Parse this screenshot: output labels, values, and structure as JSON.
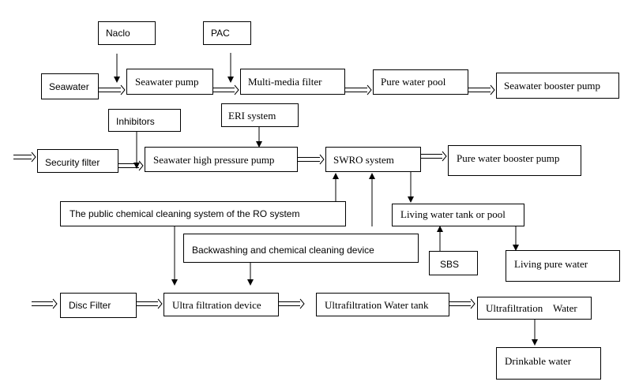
{
  "diagram": {
    "inputs": {
      "naclo": "Naclo",
      "pac": "PAC",
      "inhibitors": "Inhibitors",
      "eri": "ERI system",
      "sbs": "SBS"
    },
    "pretreatment": {
      "seawater": "Seawater",
      "seawater_pump": "Seawater pump",
      "multimedia_filter": "Multi-media filter",
      "pure_water_pool": "Pure water pool",
      "seawater_booster_pump": "Seawater booster pump"
    },
    "ro_train": {
      "security_filter": "Security filter",
      "hp_pump": "Seawater high pressure pump",
      "swro": "SWRO system",
      "pure_water_booster_pump": "Pure water booster pump"
    },
    "cleaning": {
      "ro_cleaning": "The public chemical cleaning system of the RO system",
      "backwash": "Backwashing and chemical cleaning device"
    },
    "living": {
      "living_tank": "Living water tank or pool",
      "living_pure": "Living pure water"
    },
    "uf_train": {
      "disc_filter": "Disc Filter",
      "uf_device": "Ultra filtration device",
      "uf_tank": "Ultrafiltration Water tank",
      "uf_water": "Ultrafiltration    Water",
      "drinkable": "Drinkable water"
    }
  }
}
